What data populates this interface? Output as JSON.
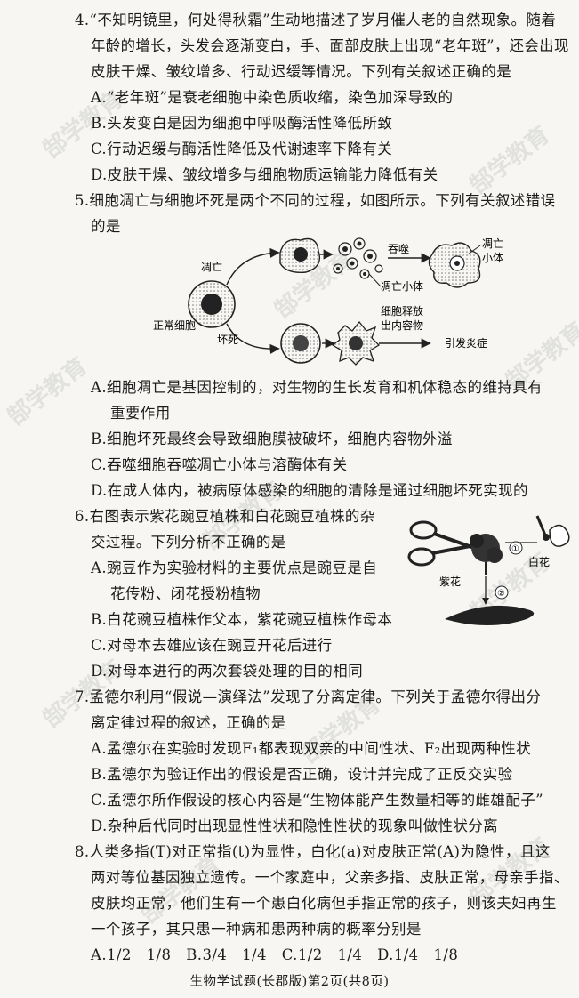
{
  "watermark": "郜学教育",
  "q4": {
    "lines": [
      "4.“不知明镜里，何处得秋霜”生动地描述了岁月催人老的自然现象。随着",
      "年龄的增长，头发会逐渐变白，手、面部皮肤上出现“老年斑”，还会出现",
      "皮肤干燥、皱纹增多、行动迟缓等情况。下列有关叙述正确的是"
    ],
    "options": [
      "A.“老年斑”是衰老细胞中染色质收缩，染色加深导致的",
      "B.头发变白是因为细胞中呼吸酶活性降低所致",
      "C.行动迟缓与酶活性降低及代谢速率下降有关",
      "D.皮肤干燥、皱纹增多与细胞物质运输能力降低有关"
    ]
  },
  "q5": {
    "lines": [
      "5.细胞凋亡与细胞坏死是两个不同的过程，如图所示。下列有关叙述错误",
      "的是"
    ],
    "figure": {
      "normal_cell": "正常细胞",
      "apoptosis": "凋亡",
      "necrosis": "坏死",
      "engulf": "吞噬",
      "apoptotic_body_right": "凋亡小体",
      "apoptotic_body_bottom": "凋亡小体",
      "release_1": "细胞释放",
      "release_2": "出内容物",
      "inflammation": "引发炎症"
    },
    "options": [
      "A.细胞凋亡是基因控制的，对生物的生长发育和机体稳态的维持具有",
      "重要作用",
      "B.细胞坏死最终会导致细胞膜被破坏，细胞内容物外溢",
      "C.吞噬细胞吞噬凋亡小体与溶酶体有关",
      "D.在成人体内，被病原体感染的细胞的清除是通过细胞坏死实现的"
    ]
  },
  "q6": {
    "lines": [
      "6.右图表示紫花豌豆植株和白花豌豆植株的杂",
      "交过程。下列分析不正确的是"
    ],
    "options": [
      "A.豌豆作为实验材料的主要优点是豌豆是自",
      "花传粉、闭花授粉植物",
      "B.白花豌豆植株作父本，紫花豌豆植株作母本",
      "C.对母本去雄应该在豌豆开花后进行",
      "D.对母本进行的两次套袋处理的目的相同"
    ],
    "figure": {
      "purple": "紫花",
      "white": "白花",
      "step1": "①",
      "step2": "②"
    }
  },
  "q7": {
    "lines": [
      "7.孟德尔利用“假说—演绎法”发现了分离定律。下列关于孟德尔得出分",
      "离定律过程的叙述，正确的是"
    ],
    "options": [
      "A.孟德尔在实验时发现F₁都表现双亲的中间性状、F₂出现两种性状",
      "B.孟德尔为验证作出的假设是否正确，设计并完成了正反交实验",
      "C.孟德尔所作假设的核心内容是“生物体能产生数量相等的雌雄配子”",
      "D.杂种后代同时出现显性性状和隐性性状的现象叫做性状分离"
    ]
  },
  "q8": {
    "lines": [
      "8.人类多指(T)对正常指(t)为显性，白化(a)对皮肤正常(A)为隐性，且这",
      "两对等位基因独立遗传。一个家庭中，父亲多指、皮肤正常，母亲手指、",
      "皮肤均正常，他们生有一个患白化病但手指正常的孩子，则该夫妇再生",
      "一个孩子，其只患一种病和患两种病的概率分别是"
    ],
    "options": "A.1/2　1/8　B.3/4　1/4　C.1/2　1/4　D.1/4　1/8"
  },
  "footer": "生物学试题(长郡版)第2页(共8页)"
}
